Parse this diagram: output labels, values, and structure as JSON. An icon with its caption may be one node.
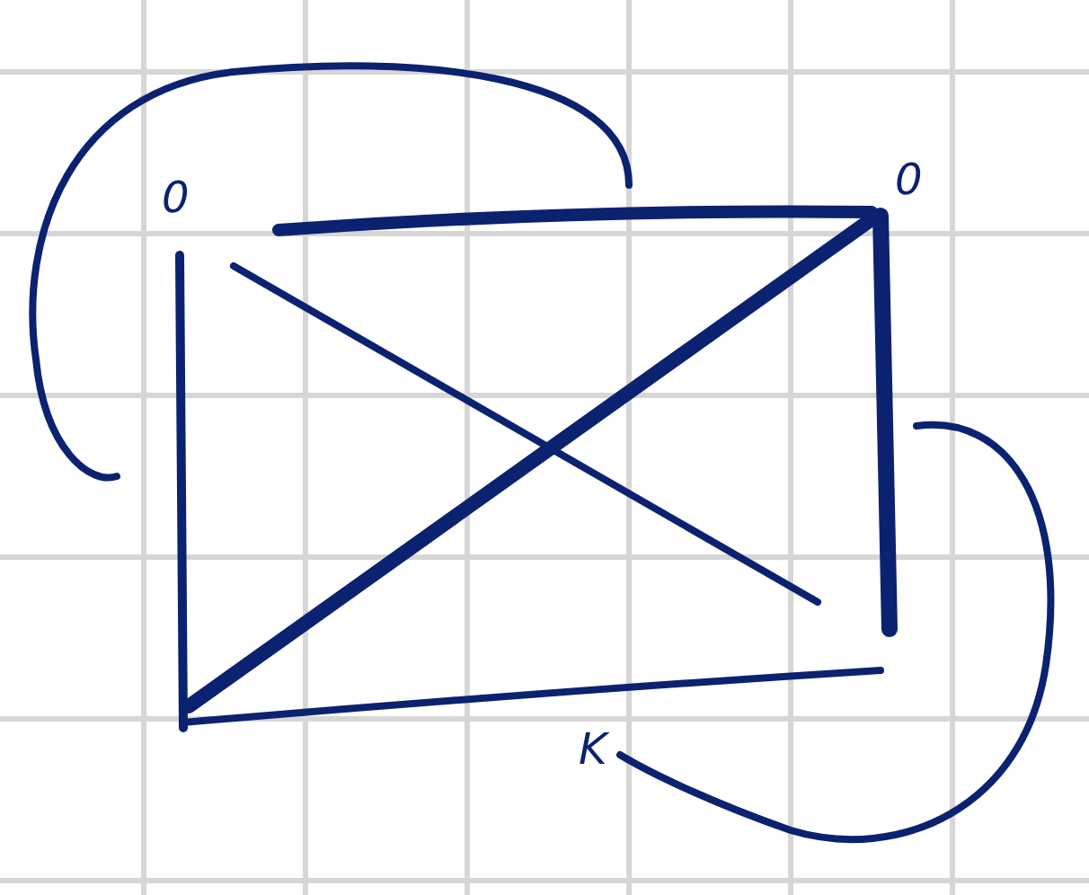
{
  "diagram": {
    "labels": [
      "0",
      "0",
      "K"
    ]
  }
}
